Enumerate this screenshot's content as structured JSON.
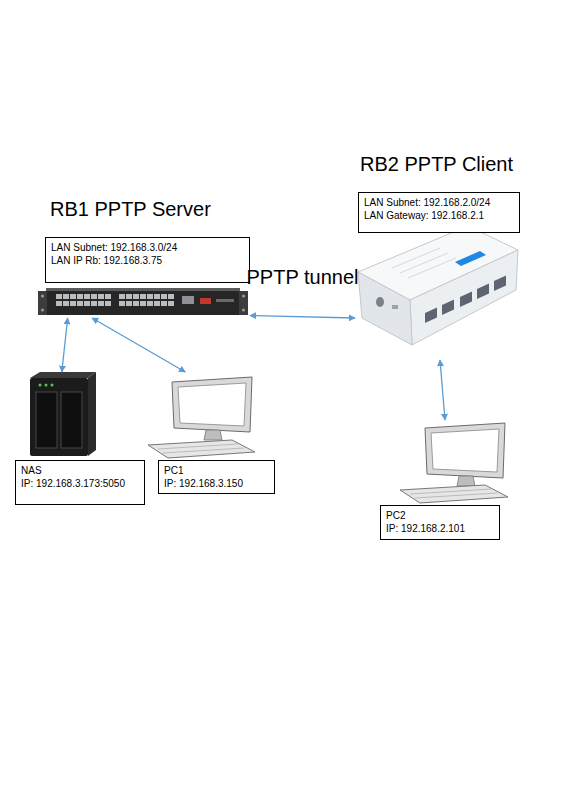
{
  "diagram": {
    "nodes": [
      {
        "text": [
          "RB1 PPTP Server",
          "LAN Subnet: 192.168.3.0/24",
          "LAN IP Rb: 192.168.3.75"
        ]
      },
      {
        "text": [
          "RB2 PPTP Client",
          "LAN Subnet: 192.168.2.0/24",
          "LAN Gateway: 192.168.2.1"
        ]
      },
      {
        "text": [
          "NAS",
          "IP: 192.168.3.173:5050"
        ]
      },
      {
        "text": [
          "PC1",
          "IP: 192.168.3.150"
        ]
      },
      {
        "text": [
          "PC2",
          "IP: 192.168.2.101"
        ]
      }
    ],
    "edges": [
      {
        "from": 0,
        "to": 1,
        "arrow": "both",
        "label": "PPTP tunnel"
      },
      {
        "from": 0,
        "to": 2,
        "arrow": "both"
      },
      {
        "from": 0,
        "to": 3,
        "arrow": "both"
      },
      {
        "from": 1,
        "to": 4,
        "arrow": "both"
      }
    ]
  }
}
